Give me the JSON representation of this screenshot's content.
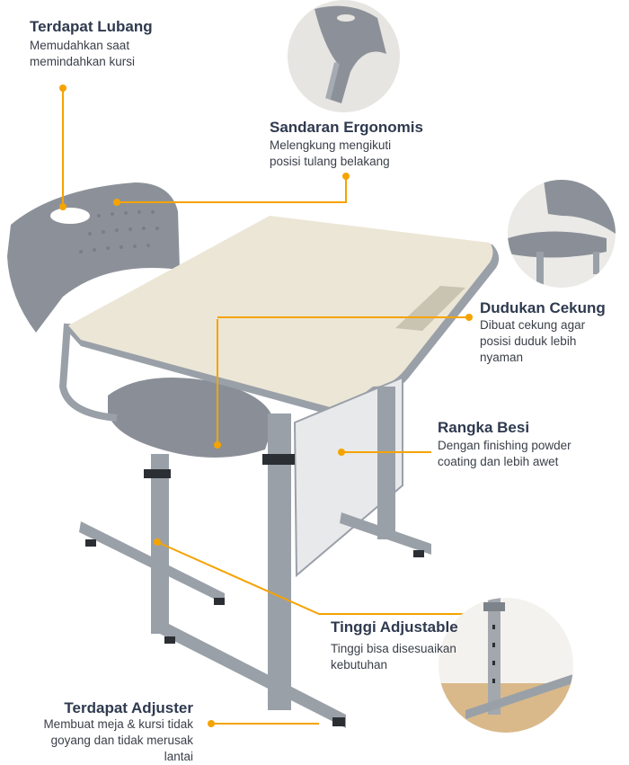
{
  "features": [
    {
      "id": "lubang",
      "title": "Terdapat Lubang",
      "desc": [
        "Memudahkan saat",
        "memindahkan kursi"
      ]
    },
    {
      "id": "sandaran",
      "title": "Sandaran Ergonomis",
      "desc": [
        "Melengkung mengikuti",
        "posisi tulang belakang"
      ]
    },
    {
      "id": "dudukan",
      "title": "Dudukan Cekung",
      "desc": [
        "Dibuat cekung agar",
        "posisi duduk lebih",
        "nyaman"
      ]
    },
    {
      "id": "rangka",
      "title": "Rangka Besi",
      "desc": [
        "Dengan finishing powder",
        "coating dan lebih awet"
      ]
    },
    {
      "id": "tinggi",
      "title": "Tinggi Adjustable",
      "desc": [
        "Tinggi bisa disesuaikan",
        "kebutuhan"
      ]
    },
    {
      "id": "adjuster",
      "title": "Terdapat Adjuster",
      "desc": [
        "Membuat meja & kursi tidak",
        "goyang dan tidak merusak",
        "lantai"
      ]
    }
  ],
  "colors": {
    "accent": "#f5a300",
    "frame": "#9aa0a8",
    "frameDark": "#7d838b",
    "plastic": "#8e949c",
    "wood": "#ece6d6",
    "text": "#2f3a4f"
  }
}
